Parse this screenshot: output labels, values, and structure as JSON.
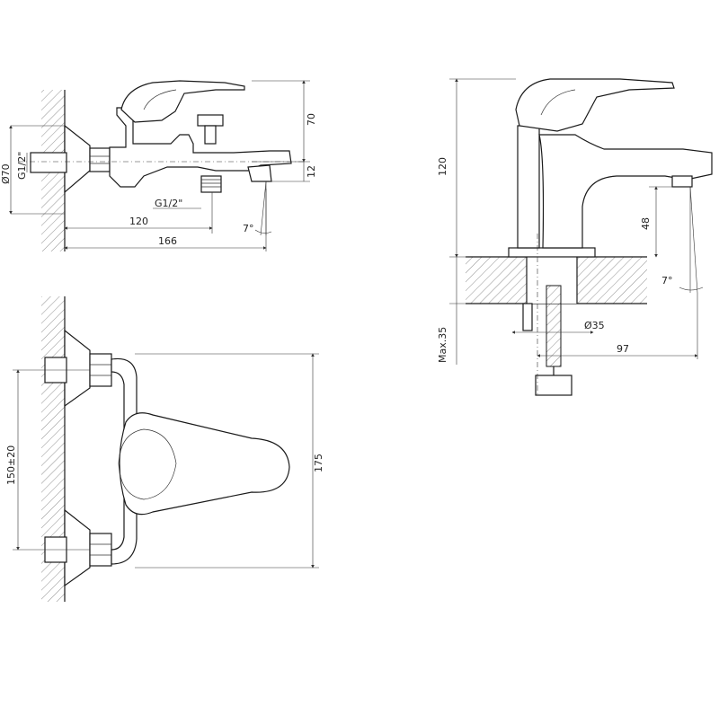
{
  "dimensions": {
    "bath_height_top": "70",
    "bath_height_spout": "12",
    "bath_wall_dia": "Ø70",
    "bath_thread": "G1/2\"",
    "bath_shower_thread": "G1/2\"",
    "bath_reach": "120",
    "bath_total": "166",
    "bath_angle": "7°",
    "bath_spacing": "150±20",
    "bath_depth": "175",
    "basin_height": "120",
    "basin_spout_height": "48",
    "basin_angle": "7°",
    "basin_hole": "Ø35",
    "basin_reach": "97",
    "basin_max": "Max.35"
  }
}
